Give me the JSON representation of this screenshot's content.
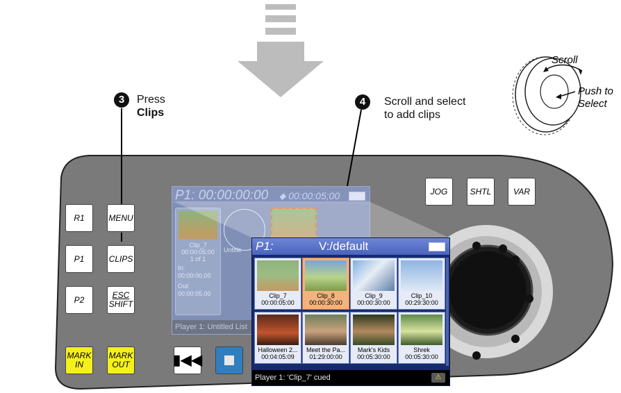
{
  "callouts": {
    "step3": {
      "number": "3",
      "line1": "Press",
      "line2": "Clips"
    },
    "step4": {
      "number": "4",
      "line1": "Scroll and select",
      "line2": "to add clips"
    },
    "knob": {
      "scroll": "Scroll",
      "push1": "Push to",
      "push2": "Select"
    }
  },
  "buttons": {
    "r1": "R1",
    "menu": "MENU",
    "p1": "P1",
    "clips": "CLIPS",
    "p2": "P2",
    "esc": "ESC",
    "shift": "SHIFT",
    "mark_in_1": "MARK",
    "mark_in_2": "IN",
    "mark_out_1": "MARK",
    "mark_out_2": "OUT",
    "jog": "JOG",
    "shtl": "SHTL",
    "var": "VAR"
  },
  "back_screen": {
    "title": "P1: 00:00:00:00",
    "duration": "⬥ 00:00:05;00",
    "panel": {
      "clip": "Clip_7",
      "time": "00:00:05:00",
      "count": "1 of 1",
      "in_label": "In:",
      "in_value": "00:00:00,00",
      "out_label": "Out:",
      "out_value": "00:00:05,00"
    },
    "mid_label": "Untitle",
    "status": "Player 1: Untitled List"
  },
  "front_screen": {
    "title_left": "P1:",
    "title_path": "V:/default",
    "clips": [
      {
        "name": "Clip_7",
        "time": "00:00:05:00"
      },
      {
        "name": "Clip_8",
        "time": "00:00:30:00"
      },
      {
        "name": "Clip_9",
        "time": "00:00:30:00"
      },
      {
        "name": "Clip_10",
        "time": "00:29:30:00"
      },
      {
        "name": "Halloween 2...",
        "time": "00:04:05:09"
      },
      {
        "name": "Meet the Pa...",
        "time": "01:29:00:00"
      },
      {
        "name": "Mark's Kids",
        "time": "00:05:30:00"
      },
      {
        "name": "Shrek",
        "time": "00:05:30:00"
      }
    ],
    "selected_index": 1,
    "status": "Player 1: 'Clip_7' cued",
    "warning_icon": "⚠"
  },
  "colors": {
    "panel": "#7a7a7a",
    "button_yellow": "#f4f01a",
    "arrow": "#bcbcbc",
    "screen_blue": "#162a6c",
    "selected_clip": "#f2b37e"
  }
}
